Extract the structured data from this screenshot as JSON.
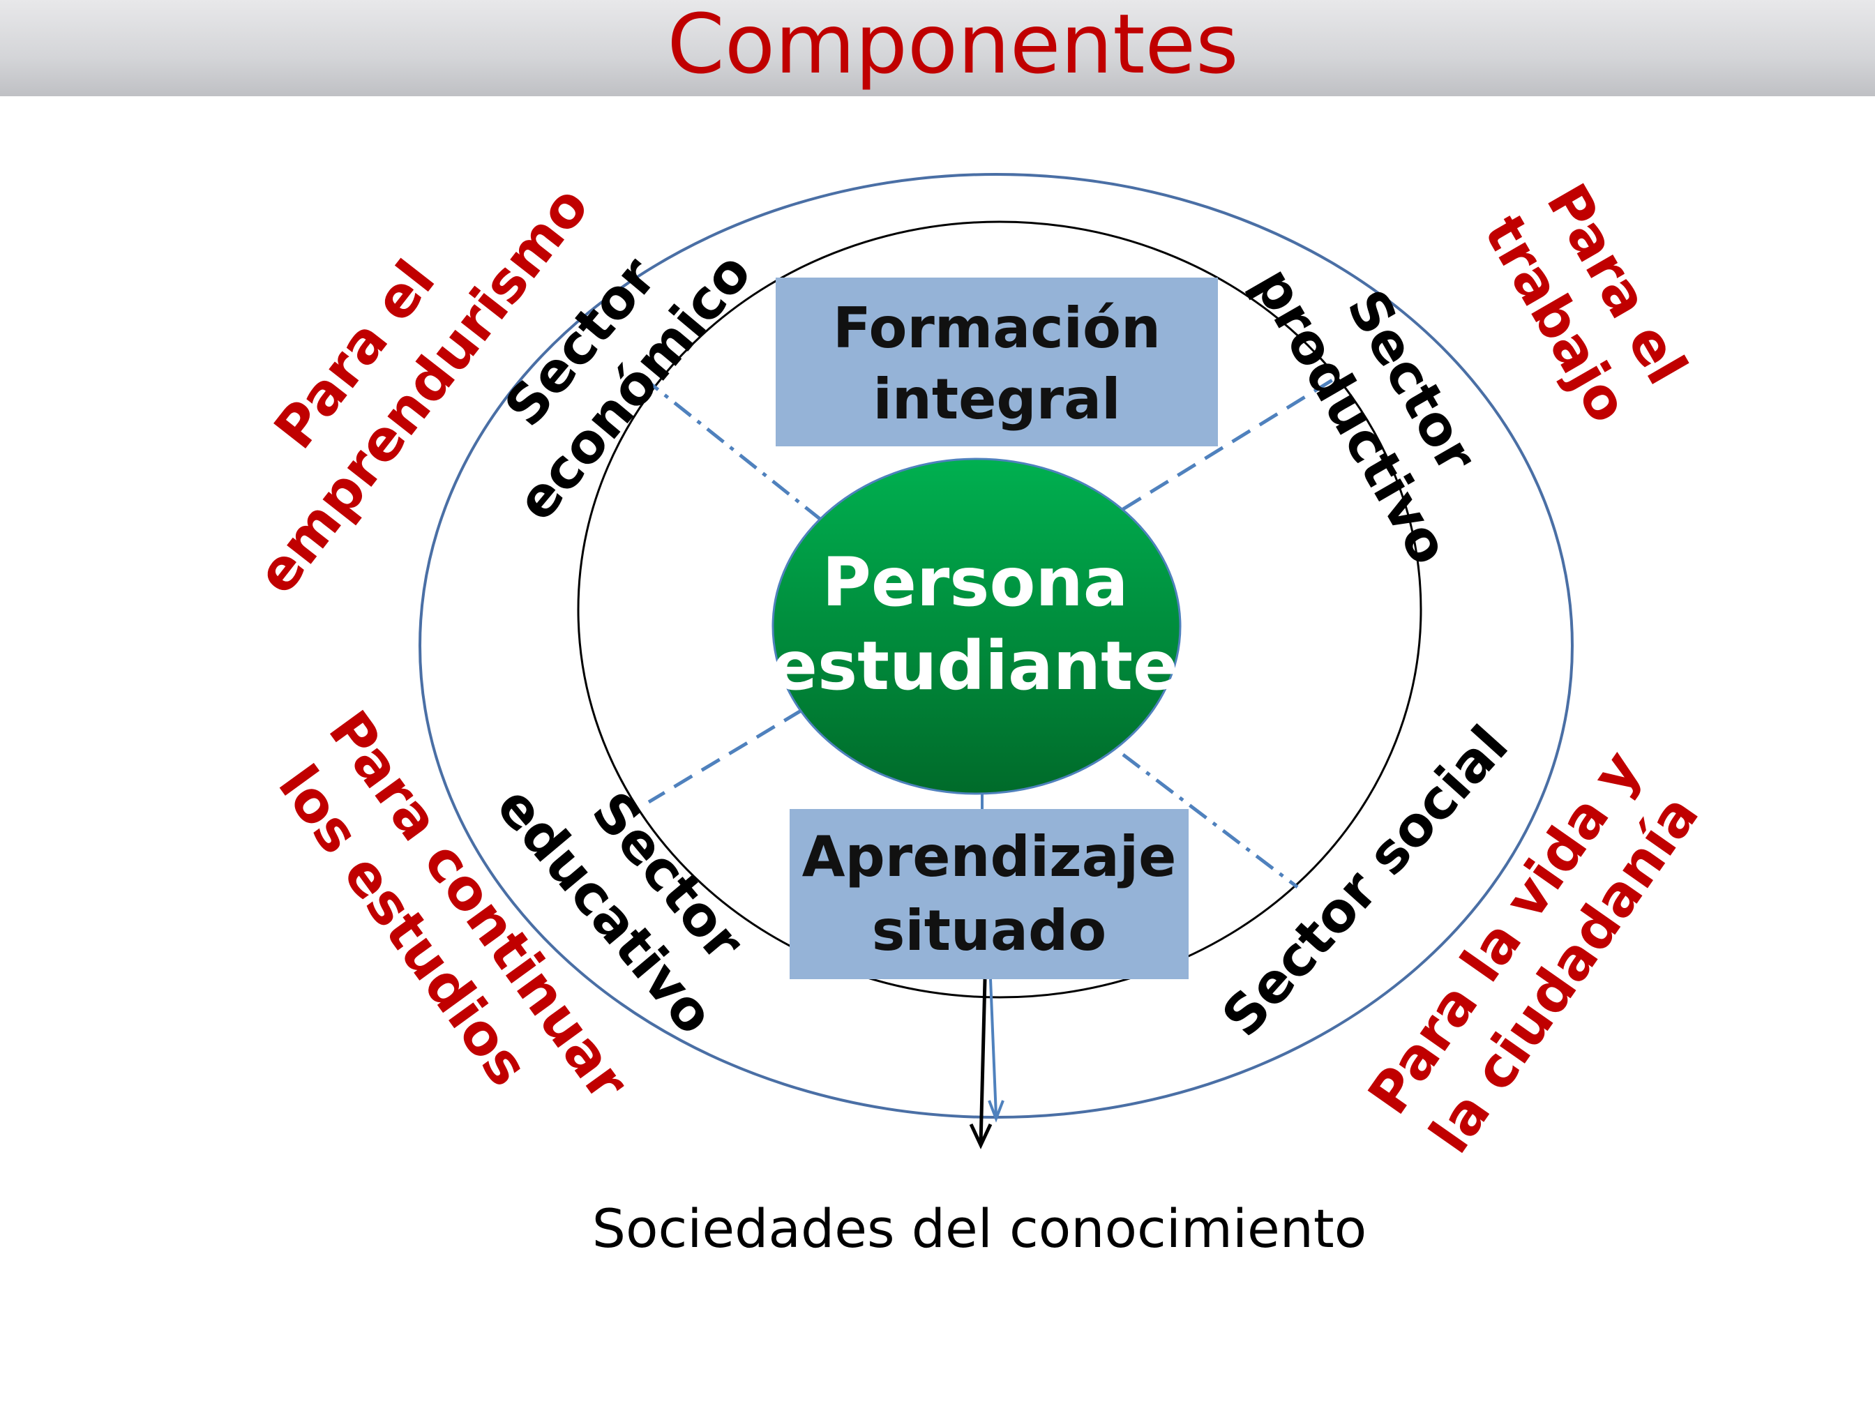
{
  "title": "Componentes",
  "center": {
    "line1": "Persona",
    "line2": "estudiante"
  },
  "top_box": {
    "line1": "Formación",
    "line2": "integral"
  },
  "bottom_box": {
    "line1": "Aprendizaje",
    "line2": "situado"
  },
  "sectors": {
    "economico": {
      "line1": "Sector",
      "line2": "económico"
    },
    "productivo": {
      "line1": "Sector",
      "line2": "productivo"
    },
    "educativo": {
      "line1": "Sector",
      "line2": "educativo"
    },
    "social": {
      "line1": "Sector social"
    }
  },
  "goals": {
    "emprendurismo": {
      "line1": "Para el",
      "line2": "emprendurismo"
    },
    "trabajo": {
      "line1": "Para el",
      "line2": "trabajo"
    },
    "estudios": {
      "line1": "Para continuar",
      "line2": "los estudios"
    },
    "ciudadania": {
      "line1": "Para la vida y",
      "line2": "la ciudadanía"
    }
  },
  "footer": "Sociedades del conocimiento",
  "colors": {
    "title": "#c00000",
    "goal_text": "#c00000",
    "box_fill": "#95b3d7",
    "circle_green_top": "#00b050",
    "circle_green_bottom": "#006b2a",
    "outer_ring": "#4a6fa5",
    "connector": "#4f81bd"
  }
}
